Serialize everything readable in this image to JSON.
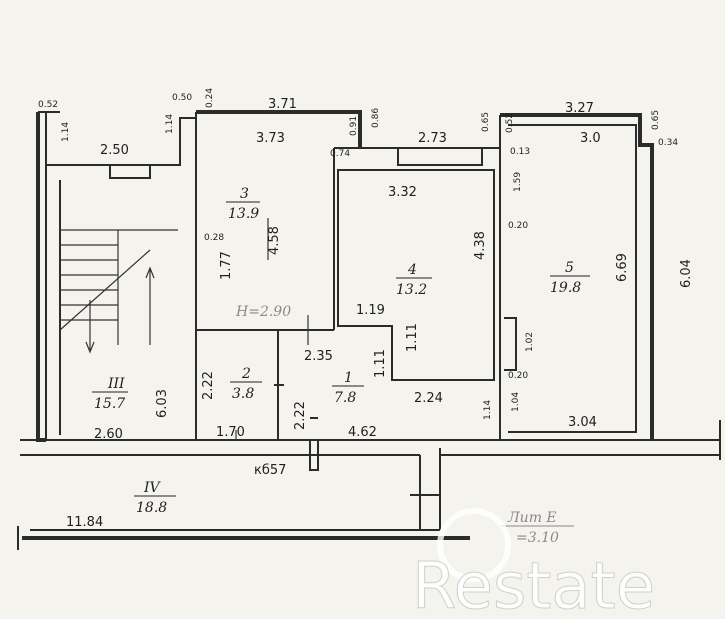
{
  "top_labels": {
    "d052": "0.52",
    "d114a": "1.14",
    "d250": "2.50",
    "d050": "0.50",
    "d024": "0.24",
    "d114b": "1.14",
    "d371": "3.71",
    "d091": "0.91",
    "d086": "0.86",
    "d074": "0.74",
    "d273": "2.73",
    "d065a": "0.65",
    "d052b": "0.52",
    "d013": "0.13",
    "d327": "3.27",
    "d065b": "0.65",
    "d034": "0.34"
  },
  "rooms": {
    "r3": {
      "number": "3",
      "area": "13.9",
      "w": "3.73",
      "h": "4.58",
      "side": "1.77",
      "small": "0.28",
      "height_note": "H=2.90"
    },
    "r4": {
      "number": "4",
      "area": "13.2",
      "w": "3.32",
      "h": "4.38",
      "d119": "1.19",
      "d111a": "1.11",
      "d111b": "1.11"
    },
    "r5": {
      "number": "5",
      "area": "19.8",
      "w": "3.0",
      "h": "6.69",
      "d159": "1.59",
      "d020a": "0.20",
      "d102": "1.02",
      "d020b": "0.20",
      "d104": "1.04",
      "d114": "1.14",
      "bottom": "3.04"
    },
    "r2": {
      "number": "2",
      "area": "3.8",
      "h": "2.22",
      "w": "1.70"
    },
    "r1": {
      "number": "1",
      "area": "7.8",
      "w": "2.35",
      "h": "2.22",
      "d224": "2.24",
      "bottom": "4.62"
    },
    "rIII": {
      "number": "III",
      "area": "15.7",
      "h": "6.03",
      "w": "2.60"
    },
    "rIV": {
      "number": "IV",
      "area": "18.8"
    }
  },
  "outer": {
    "right": "6.04",
    "total": "11.84",
    "kb": "кб57"
  },
  "lit": {
    "label": "Лит  Е",
    "height": "=3.10"
  },
  "watermark": {
    "text": "Restate"
  },
  "colors": {
    "paper": "#f4f3ee",
    "ink": "#2b2b2b"
  }
}
